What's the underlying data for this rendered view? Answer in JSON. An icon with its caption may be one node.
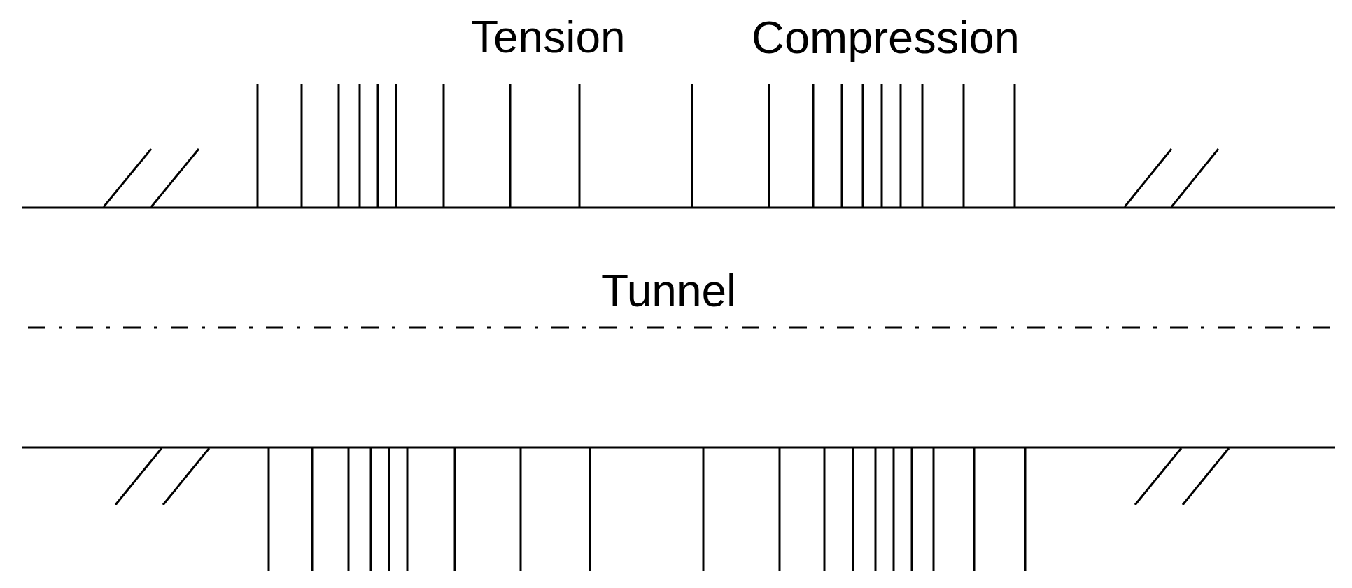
{
  "diagram": {
    "labels": [
      "Tension",
      "Compression",
      "Tunnel"
    ]
  }
}
